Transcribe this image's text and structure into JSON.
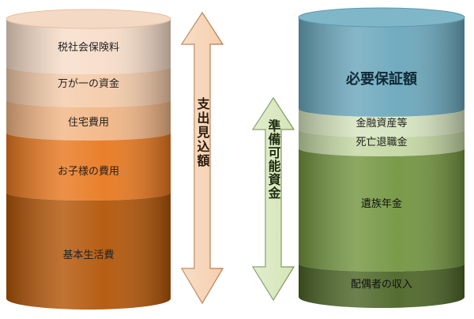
{
  "expenses": {
    "layers": [
      {
        "label": "税社会保険料",
        "color": "#f7ddc9"
      },
      {
        "label": "万が一の資金",
        "color": "#f4cba9"
      },
      {
        "label": "住宅費用",
        "color": "#f2b685"
      },
      {
        "label": "お子様の費用",
        "color": "#e8781f"
      },
      {
        "label": "基本生活費",
        "color": "#b25507"
      }
    ],
    "arrow_label": "支出見込額",
    "arrow_color": "#f5cfae"
  },
  "funds": {
    "layers": [
      {
        "label": "必要保証額",
        "color": "#6aa7bc"
      },
      {
        "label": "金融資産等",
        "color": "#d6e4bf"
      },
      {
        "label": "死亡退職金",
        "color": "#c4d8a3"
      },
      {
        "label": "遺族年金",
        "color": "#739540"
      },
      {
        "label": "配偶者の収入",
        "color": "#4c6526"
      }
    ],
    "arrow_label": "準備可能資金",
    "arrow_color": "#d5e5b8"
  }
}
